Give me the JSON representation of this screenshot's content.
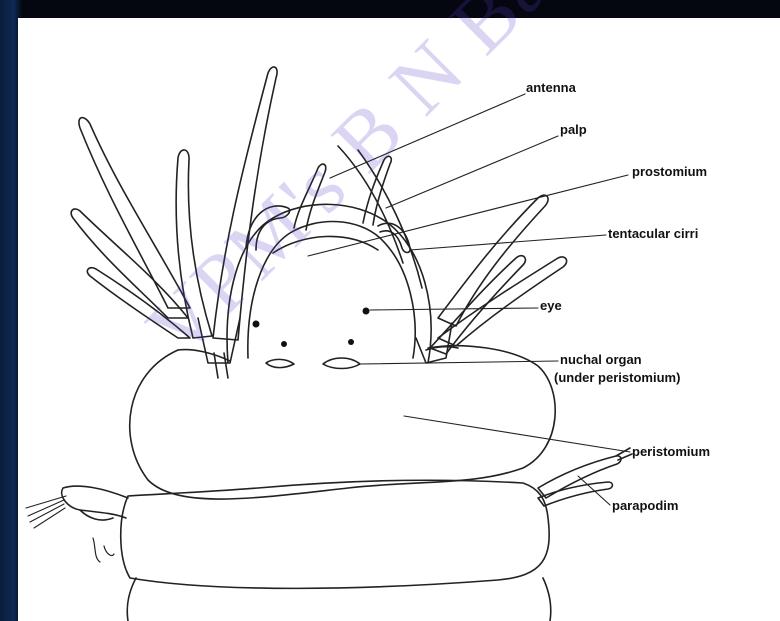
{
  "labels": {
    "antenna": "antenna",
    "palp": "palp",
    "prostomium": "prostomium",
    "tentacular_cirri": "tentacular cirri",
    "eye": "eye",
    "nuchal_organ_1": "nuchal organ",
    "nuchal_organ_2": "(under peristomium)",
    "peristomium": "peristomium",
    "parapodim": "parapodim"
  },
  "watermark": "VPM's B N Bandodkar",
  "colors": {
    "background": "#05070d",
    "panel": "#ffffff",
    "ink": "#111111",
    "watermark": "#5a3cc8"
  }
}
